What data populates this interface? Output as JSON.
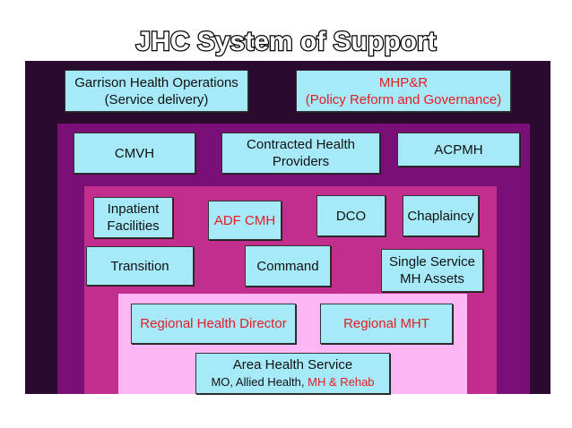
{
  "title": "JHC System of Support",
  "colors": {
    "outer": "#2a0a2e",
    "ring2": "#7a0f78",
    "ring3": "#c12e8e",
    "inner": "#fbb6f3",
    "box": "#a6e9f8",
    "red_text": "#e51c23"
  },
  "boxes": {
    "garrison": {
      "line1": "Garrison Health Operations",
      "line2": "(Service delivery)"
    },
    "mhpr": {
      "line1": "MHP&R",
      "line2": "(Policy Reform and Governance)"
    },
    "cmvh": {
      "label": "CMVH"
    },
    "contracted": {
      "line1": "Contracted Health",
      "line2": "Providers"
    },
    "acpmh": {
      "label": "ACPMH"
    },
    "inpatient": {
      "line1": "Inpatient",
      "line2": "Facilities"
    },
    "adf_cmh": {
      "label": "ADF CMH"
    },
    "dco": {
      "label": "DCO"
    },
    "chaplaincy": {
      "label": "Chaplaincy"
    },
    "transition": {
      "label": "Transition"
    },
    "command": {
      "label": "Command"
    },
    "single_service": {
      "line1": "Single Service",
      "line2": "MH Assets"
    },
    "regional_director": {
      "label": "Regional Health Director"
    },
    "regional_mht": {
      "label": "Regional MHT"
    },
    "area_health": {
      "line1": "Area Health Service",
      "line2_black": "MO, Allied Health, ",
      "line2_red": "MH & Rehab"
    }
  }
}
